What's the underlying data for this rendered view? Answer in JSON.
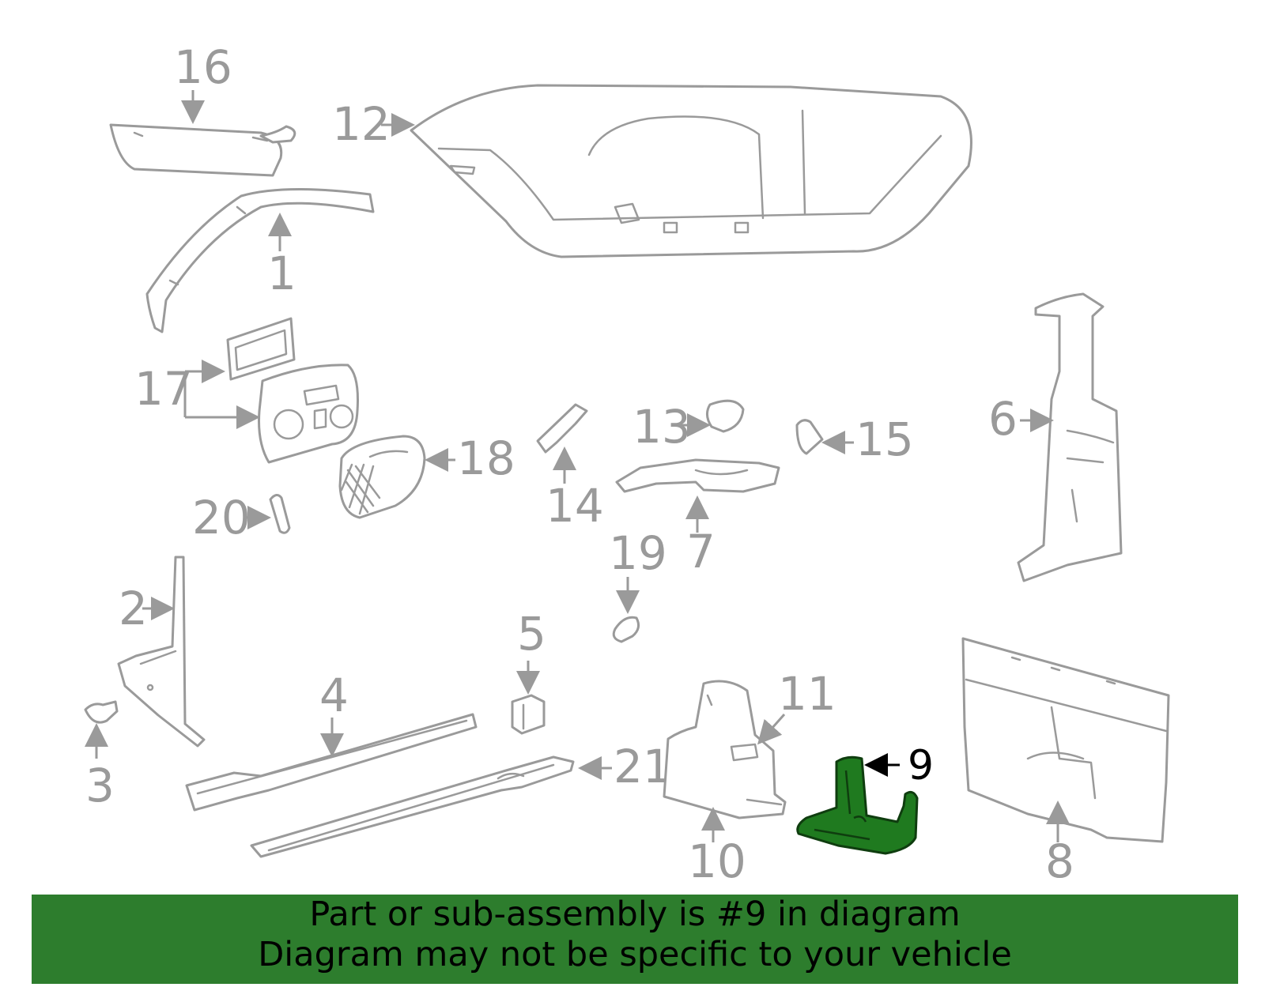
{
  "callouts": {
    "c1": "1",
    "c2": "2",
    "c3": "3",
    "c4": "4",
    "c5": "5",
    "c6": "6",
    "c7": "7",
    "c8": "8",
    "c9": "9",
    "c10": "10",
    "c11": "11",
    "c12": "12",
    "c13": "13",
    "c14": "14",
    "c15": "15",
    "c16": "16",
    "c17": "17",
    "c18": "18",
    "c19": "19",
    "c20": "20",
    "c21": "21"
  },
  "highlighted_part": "9",
  "colors": {
    "highlight": "#1f7a1f",
    "banner": "#2d7d2d",
    "line": "#9a9a9a"
  },
  "banner": {
    "line1": "Part or sub-assembly is #9 in diagram",
    "line2": "Diagram may not be specific to your vehicle"
  }
}
